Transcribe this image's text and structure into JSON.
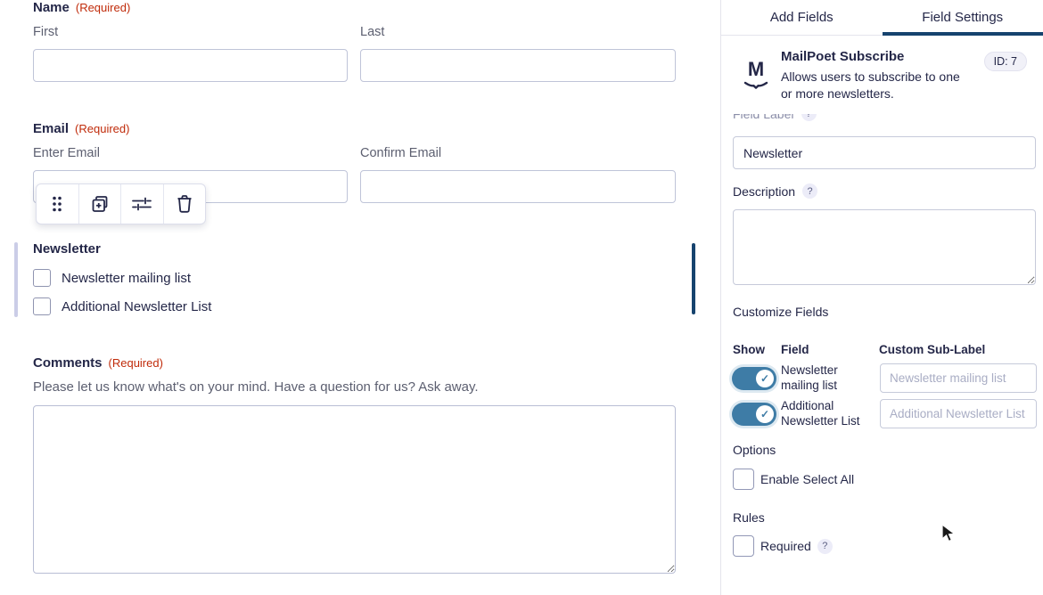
{
  "colors": {
    "accent_navy": "#16436e",
    "text_navy": "#242748",
    "required_red": "#c02b0a",
    "toggle_blue": "#3e7ca6",
    "muted_gray": "#5c5f70"
  },
  "form_preview": {
    "name_field": {
      "label": "Name",
      "required": "(Required)",
      "first_sublabel": "First",
      "last_sublabel": "Last"
    },
    "email_field": {
      "label": "Email",
      "required": "(Required)",
      "enter_sublabel": "Enter Email",
      "confirm_sublabel": "Confirm Email"
    },
    "newsletter_field": {
      "label": "Newsletter",
      "options": [
        {
          "label": "Newsletter mailing list",
          "checked": false
        },
        {
          "label": "Additional Newsletter List",
          "checked": false
        }
      ]
    },
    "comments_field": {
      "label": "Comments",
      "required": "(Required)",
      "description": "Please let us know what's on your mind. Have a question for us? Ask away."
    },
    "toolbar_icons": [
      "drag-handle",
      "duplicate",
      "settings-sliders",
      "trash"
    ]
  },
  "settings_panel": {
    "tabs": [
      {
        "label": "Add Fields",
        "active": false
      },
      {
        "label": "Field Settings",
        "active": true
      }
    ],
    "header": {
      "icon": "mailpoet-logo",
      "title": "MailPoet Subscribe",
      "id_badge": "ID: 7",
      "description": "Allows users to subscribe to one or more newsletters."
    },
    "clipped_label": "Field Label",
    "field_label_input": {
      "value": "Newsletter"
    },
    "description_section": {
      "label": "Description",
      "help": "?",
      "value": ""
    },
    "customize_fields": {
      "title": "Customize Fields",
      "columns": {
        "show": "Show",
        "field": "Field",
        "sublabel": "Custom Sub-Label"
      },
      "rows": [
        {
          "show": true,
          "field": "Newsletter mailing list",
          "sublabel_placeholder": "Newsletter mailing list",
          "sublabel_value": ""
        },
        {
          "show": true,
          "field": "Additional Newsletter List",
          "sublabel_placeholder": "Additional Newsletter List",
          "sublabel_value": ""
        }
      ]
    },
    "options_section": {
      "title": "Options",
      "checkbox_label": "Enable Select All",
      "checked": false
    },
    "rules_section": {
      "title": "Rules",
      "checkbox_label": "Required",
      "help": "?",
      "checked": false
    }
  }
}
